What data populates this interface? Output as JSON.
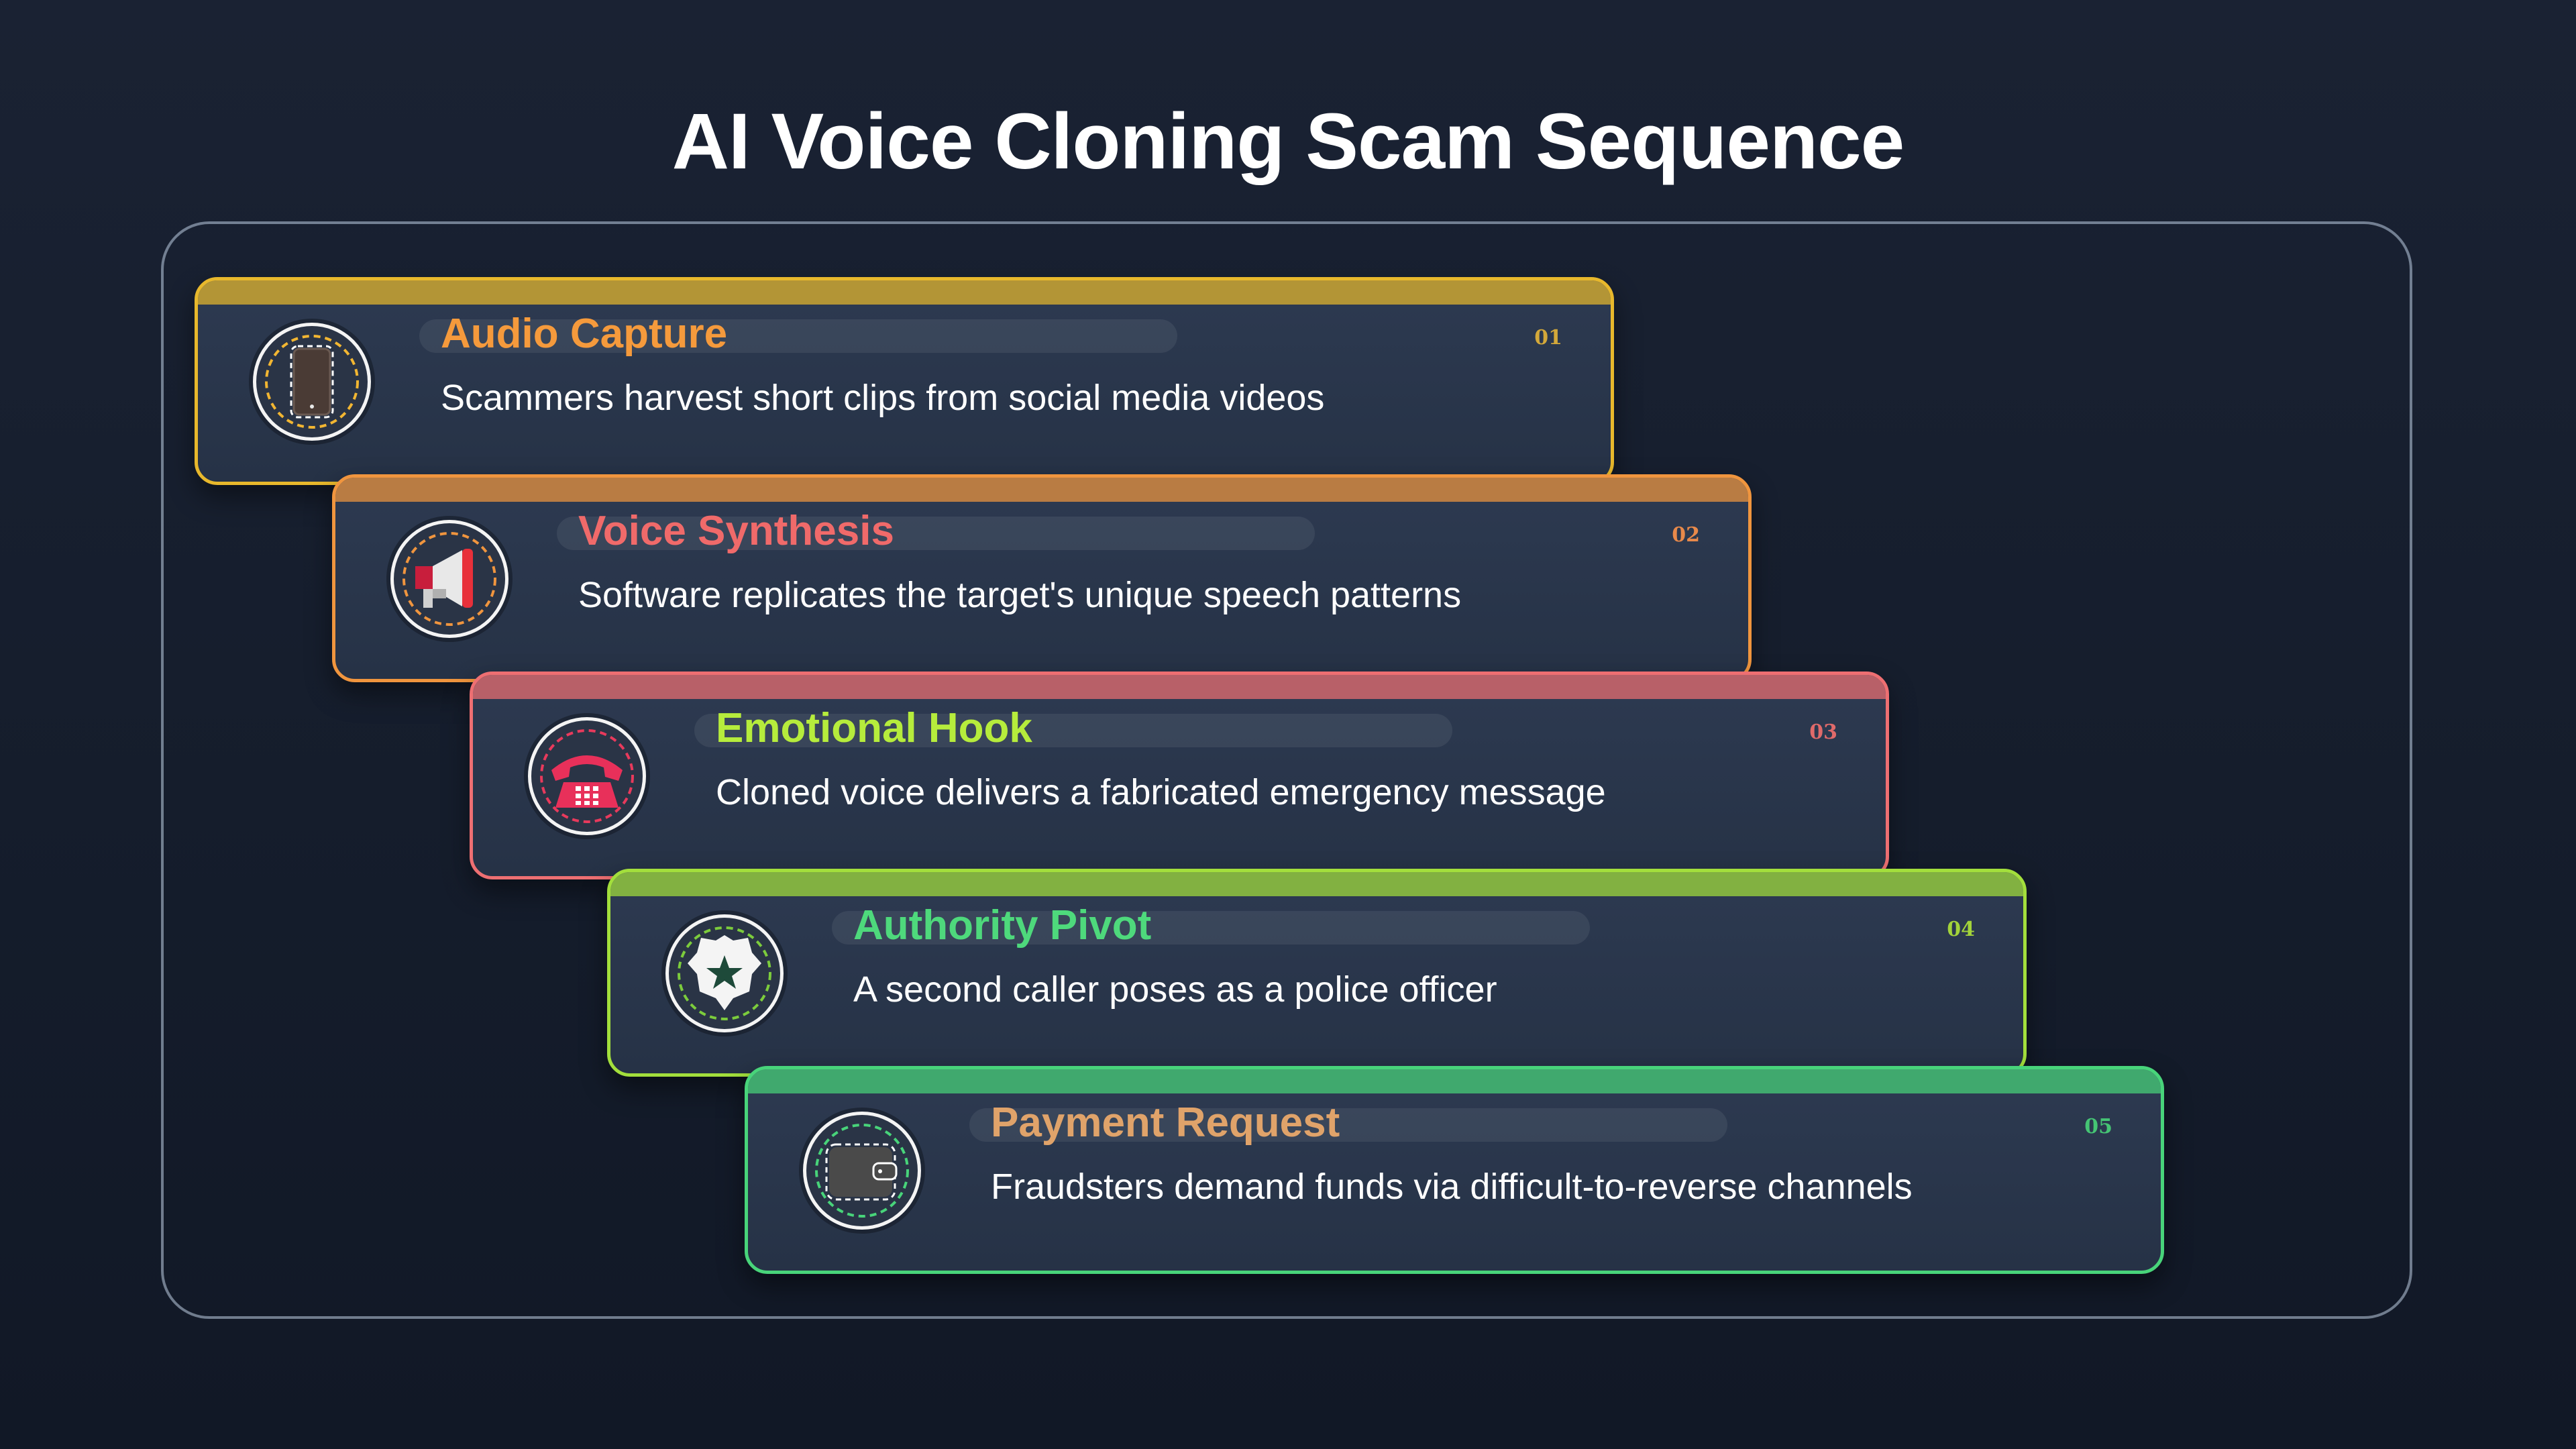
{
  "title": "AI Voice Cloning Scam Sequence",
  "steps": [
    {
      "number": "01",
      "title": "Audio Capture",
      "description": "Scammers harvest short clips from social media videos",
      "icon": "smartphone-icon",
      "border_color": "#e8b82c",
      "title_color": "#f59a3c",
      "number_color": "#d3a83a"
    },
    {
      "number": "02",
      "title": "Voice Synthesis",
      "description": "Software replicates the target's unique speech patterns",
      "icon": "megaphone-icon",
      "border_color": "#f0953e",
      "title_color": "#f06a6a",
      "number_color": "#e8894a"
    },
    {
      "number": "03",
      "title": "Emotional Hook",
      "description": "Cloned voice delivers a fabricated emergency message",
      "icon": "telephone-icon",
      "border_color": "#ee6f72",
      "title_color": "#b6ec3c",
      "number_color": "#e06a6a"
    },
    {
      "number": "04",
      "title": "Authority Pivot",
      "description": "A second caller poses as a police officer",
      "icon": "police-badge-icon",
      "border_color": "#a3df3c",
      "title_color": "#4ed97c",
      "number_color": "#a3d33a"
    },
    {
      "number": "05",
      "title": "Payment Request",
      "description": "Fraudsters demand funds via difficult-to-reverse channels",
      "icon": "wallet-icon",
      "border_color": "#48d47a",
      "title_color": "#e0a36a",
      "number_color": "#45c474"
    }
  ]
}
